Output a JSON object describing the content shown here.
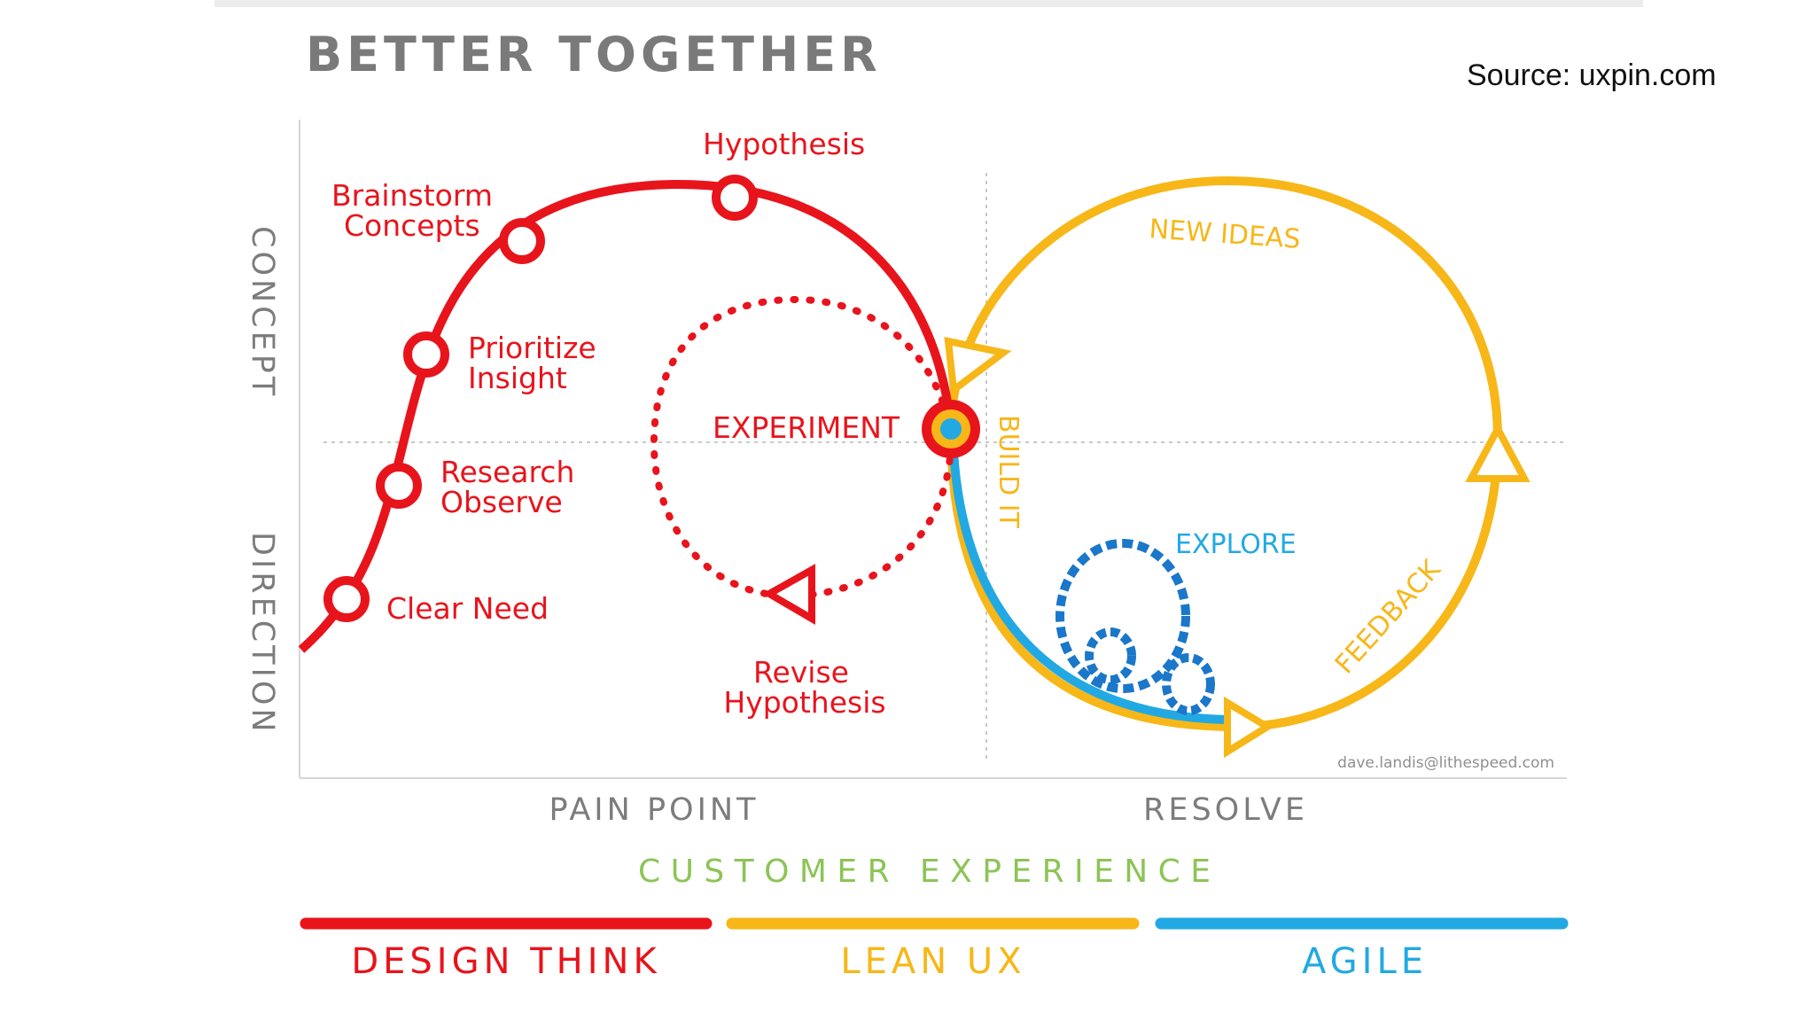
{
  "title": "BETTER TOGETHER",
  "source": "Source: uxpin.com",
  "colors": {
    "red": "#e8141c",
    "yellow": "#f7b718",
    "blue": "#22a9e3",
    "green": "#8cc456",
    "gray": "#7c7c7c"
  },
  "axes": {
    "y_top": "CONCEPT",
    "y_bottom": "DIRECTION",
    "x_left": "PAIN POINT",
    "x_right": "RESOLVE",
    "band": "C U S T O M E R   E X P E R I E N C E"
  },
  "design_think_steps": {
    "clear_need": "Clear Need",
    "research_1": "Research",
    "research_2": "Observe",
    "prioritize_1": "Prioritize",
    "prioritize_2": "Insight",
    "brainstorm_1": "Brainstorm",
    "brainstorm_2": "Concepts",
    "hypothesis": "Hypothesis",
    "experiment": "EXPERIMENT",
    "revise_1": "Revise",
    "revise_2": "Hypothesis"
  },
  "lean_labels": {
    "new_ideas": "NEW IDEAS",
    "build_it": "BUILD IT",
    "feedback": "FEEDBACK"
  },
  "agile_labels": {
    "explore": "EXPLORE"
  },
  "credit": "dave.landis@lithespeed.com",
  "legend": {
    "design_think": "DESIGN THINK",
    "lean_ux": "LEAN UX",
    "agile": "AGILE"
  }
}
